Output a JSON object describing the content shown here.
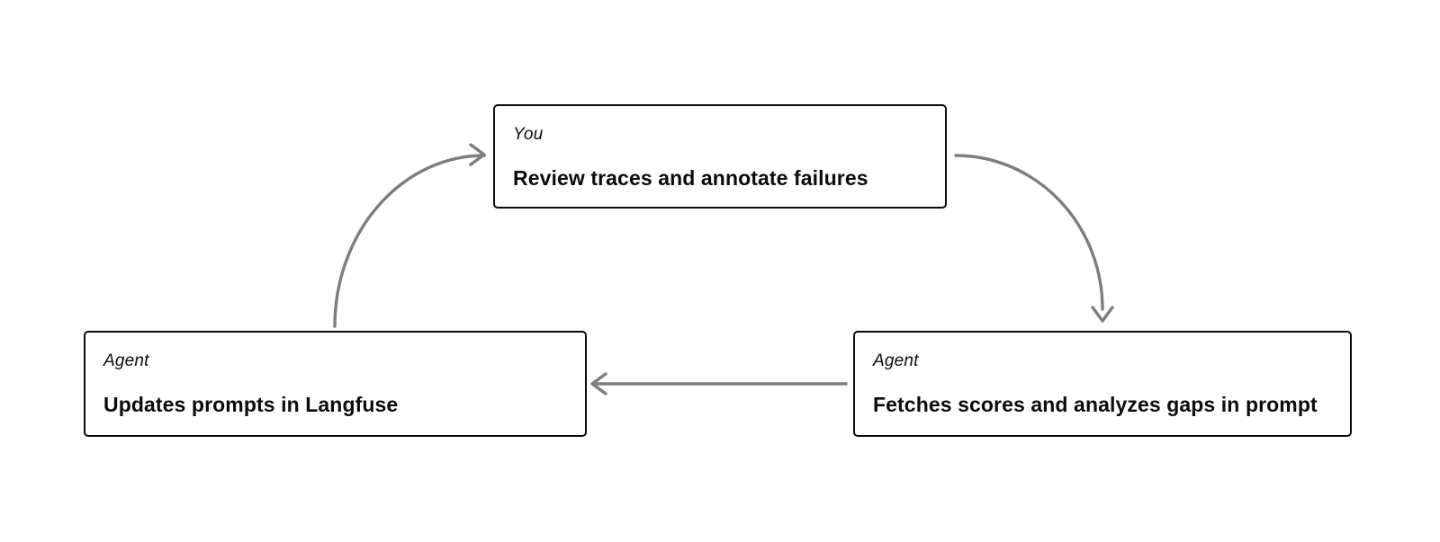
{
  "diagram": {
    "background_color": "#ffffff",
    "box_fill_color": "#ffffff",
    "box_border_color": "#0b0b0b",
    "text_color": "#0b0b0b",
    "arrow_color": "#7d7d7d",
    "nodes": [
      {
        "id": "you-review",
        "actor": "You",
        "title": "Review traces and annotate failures"
      },
      {
        "id": "agent-fetch",
        "actor": "Agent",
        "title": "Fetches scores and analyzes gaps in prompt"
      },
      {
        "id": "agent-update",
        "actor": "Agent",
        "title": "Updates prompts in Langfuse"
      }
    ],
    "edges": [
      {
        "from": "you-review",
        "to": "agent-fetch",
        "style": "curved"
      },
      {
        "from": "agent-fetch",
        "to": "agent-update",
        "style": "straight"
      },
      {
        "from": "agent-update",
        "to": "you-review",
        "style": "curved"
      }
    ]
  }
}
